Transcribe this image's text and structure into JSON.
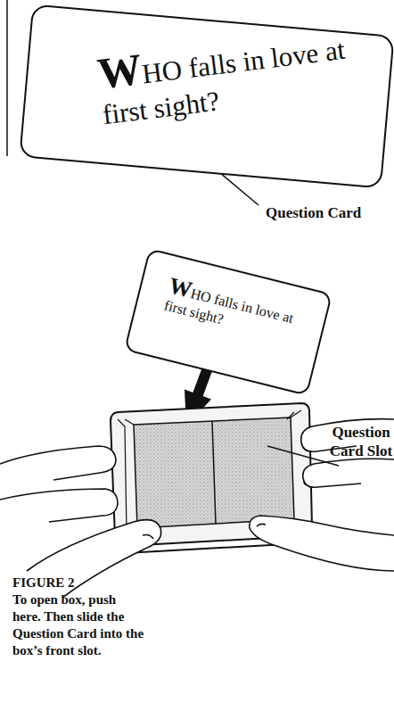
{
  "diagram": {
    "nodes": [
      {
        "text": [
          "WHO falls in love at first sight?"
        ]
      },
      {
        "text": [
          "WHO falls in love at first sight?"
        ]
      }
    ],
    "labels": [
      "Question Card",
      "Question Card Slot",
      "FIGURE 2",
      "To open box, push here. Then slide the Question Card into the box’s front slot."
    ]
  }
}
